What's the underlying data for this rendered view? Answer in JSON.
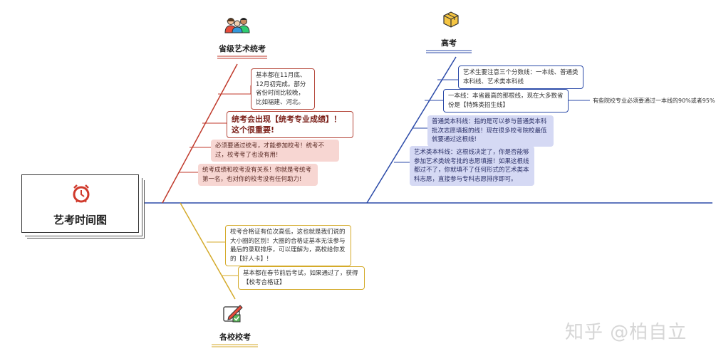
{
  "root": {
    "title": "艺考时间图",
    "icon": "alarm-clock-icon"
  },
  "branches": {
    "provincial": {
      "title": "省级艺术统考",
      "icon": "people-group-icon",
      "color": "#c0392b",
      "notes": [
        "基本都在11月底、12月初完成。部分省份时间比较晚，比如福建、河北。",
        "统考会出现【统考专业成绩】！这个很重要!",
        "必须要通过统考，才能参加校考！统考不过，校考考了也没有用!",
        "统考成绩和校考没有关系！你就是考统考第一名，也对你的校考没有任何助力!"
      ]
    },
    "gaokao": {
      "title": "高考",
      "icon": "package-box-icon",
      "color": "#2b4aa8",
      "notes": [
        "艺术生要注意三个分数线：一本线、普通类本科线、艺术类本科线",
        "一本线：本省最高的那根线，现在大多数省份是【特殊类招生线】",
        "普通类本科线：指的是可以参与普通类本科批次志愿填报的线！现在很多校考院校最低就要通过这根线!",
        "艺术类本科线：这根线决定了，你是否能够参加艺术类统考批的志愿填报！如果这根线都过不了，你就填不了任何形式的艺术类本科志愿，直接参与专科志愿排序即可。"
      ],
      "aside": "有些院校专业必须要通过一本线的90%或者95%"
    },
    "school": {
      "title": "各校校考",
      "icon": "checklist-pen-icon",
      "color": "#d4aa2a",
      "notes": [
        "校考合格证有位次高低，这也就是我们说的大小圈的区别！大圈的合格证基本无法参与最后的录取排序，可以理解为，高校给你发的【好人卡】!",
        "基本都在春节前后考试，如果通过了，获得【校考合格证】"
      ]
    }
  },
  "watermark": "知乎 @柏自立"
}
